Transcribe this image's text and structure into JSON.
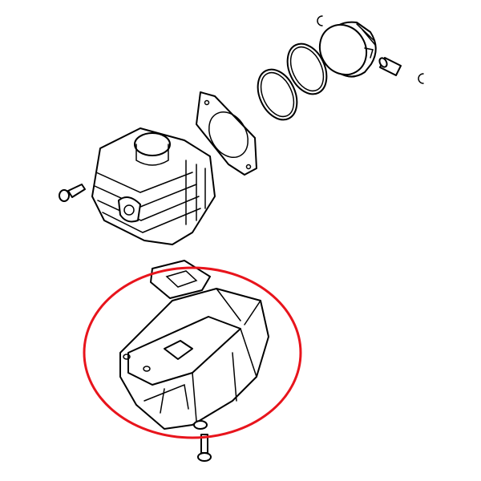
{
  "diagram": {
    "type": "exploded-parts-view",
    "parts": [
      "piston",
      "piston-pin",
      "circlip",
      "circlip",
      "piston-ring",
      "piston-ring",
      "cylinder-gasket",
      "cylinder",
      "cylinder-bolt",
      "muffler-gasket",
      "muffler",
      "washer",
      "muffler-bolt"
    ],
    "highlighted_part": "muffler"
  },
  "colors": {
    "line": "#000000",
    "background": "#ffffff",
    "highlight": "#e8141c"
  }
}
